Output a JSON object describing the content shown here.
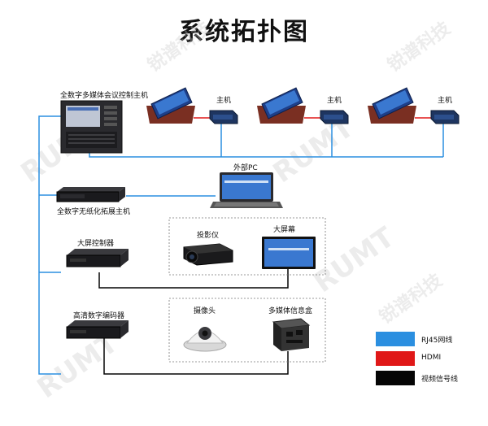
{
  "title": "系统拓扑图",
  "watermark": "RUMT",
  "watermark_cn": "锐谱科技",
  "nodes": {
    "control_host": "全数字多媒体会议控制主机",
    "host_1": "主机",
    "host_2": "主机",
    "host_3": "主机",
    "external_pc": "外部PC",
    "expansion_host": "全数字无纸化拓展主机",
    "screen_controller": "大屏控制器",
    "projector": "投影仪",
    "big_screen": "大屏幕",
    "hd_encoder": "高清数字编码器",
    "camera": "摄像头",
    "media_box": "多媒体信息盒"
  },
  "legend": [
    {
      "label": "RJ45网线",
      "color": "#2b8fe0"
    },
    {
      "label": "HDMI",
      "color": "#e01818"
    },
    {
      "label": "视频信号线",
      "color": "#050505"
    }
  ],
  "colors": {
    "rj45": "#2b8fe0",
    "hdmi": "#e01818",
    "video": "#050505"
  }
}
